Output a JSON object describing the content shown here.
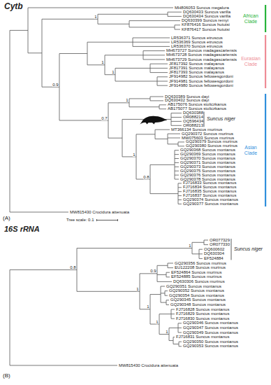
{
  "diagram": {
    "labels": [
      "Cytb",
      "MH806053 Suncus megalura",
      "DQ630433 Suncus varilla",
      "DQ630434 Suncus varilla",
      "DQ630399 Suncus remyi",
      "KF876416 Suncus hututsi",
      "KF876417 Suncus hututsi",
      "LR536371 Suncus etruscus",
      "LR536369 Suncus etruscus",
      "LR536370 Suncus etruscus",
      "MH673727 Suncus madagascariensis",
      "MH673728 Suncus madagascariensis",
      "MH673729 Suncus madagascariensis",
      "JF817392 Suncus malayanus",
      "JF817391 Suncus malayanus",
      "JF817393 Suncus malayanus",
      "JF914982 Suncus fellowesgordoni",
      "JF914981 Suncus fellowesgordoni",
      "JF914980 Suncus fellowesgordoni",
      "DQ630389 Suncus dayi",
      "DQ630432 Suncus dayi",
      "AB175076 Suncus stoliczkanus",
      "AB175077 Suncus stoliczkanus",
      "DQ630388",
      "OR088214",
      "OQ596434",
      "OR088213",
      "MT366134 Suncus murinus",
      "GQ290372 Suncus murinus",
      "MW075603 Suncus murinus",
      "GQ290379 Suncus murinus",
      "GQ290380 Suncus murinus",
      "GQ290368 Suncus montanus",
      "GQ290369 Suncus montanus",
      "GQ290370 Suncus montanus",
      "GQ290371 Suncus montanus",
      "GQ290373 Suncus montanus",
      "GQ290375 Suncus montanus",
      "GQ290376 Suncus montanus",
      "GQ290378 Suncus montanus",
      "FJ716833 Suncus montanus",
      "FJ716834 Suncus montanus",
      "FJ716835 Suncus montanus",
      "FJ716837 Suncus montanus",
      "GQ290374 Suncus montanus",
      "GQ290377 Suncus montanus",
      "Suncus niger",
      "1",
      "1",
      "1",
      "0.9",
      "1",
      "0.7",
      "1",
      "0.8",
      "African Clade",
      "Eurasian Clade",
      "Asian Clade",
      "MW815430 Crocidura attenuata",
      "(A)",
      "Tree scale: 0.1",
      "16S rRNA",
      "OR077329",
      "OR077330",
      "OQ600602",
      "DQ630304",
      "EF524884",
      "GQ290356 Suncus murinus",
      "EU122208 Suncus murinus",
      "EF524864 Suncus murinus",
      "EF524885 Suncus murinus",
      "DQ630306 Suncus murinus",
      "GQ290351 Suncus montanus",
      "GQ290352 Suncus montanus",
      "GQ290354 Suncus montanus",
      "GQ290345 Suncus montanus",
      "GQ290348 Suncus montanus",
      "FJ716828 Suncus montanus",
      "FJ716829 Suncus montanus",
      "FJ716830 Suncus montanus",
      "GQ290346 Suncus montanus",
      "GQ290347 Suncus montanus",
      "GQ290349 Suncus montanus",
      "FJ716831 Suncus montanus",
      "GQ290350 Suncus montanus",
      "GQ290353 Suncus montanus",
      "Suncus niger",
      "1",
      "0.8",
      "1",
      "0.9",
      "1",
      "1",
      "1",
      "MW815430 Crocidura attenuata",
      "(B)"
    ]
  }
}
